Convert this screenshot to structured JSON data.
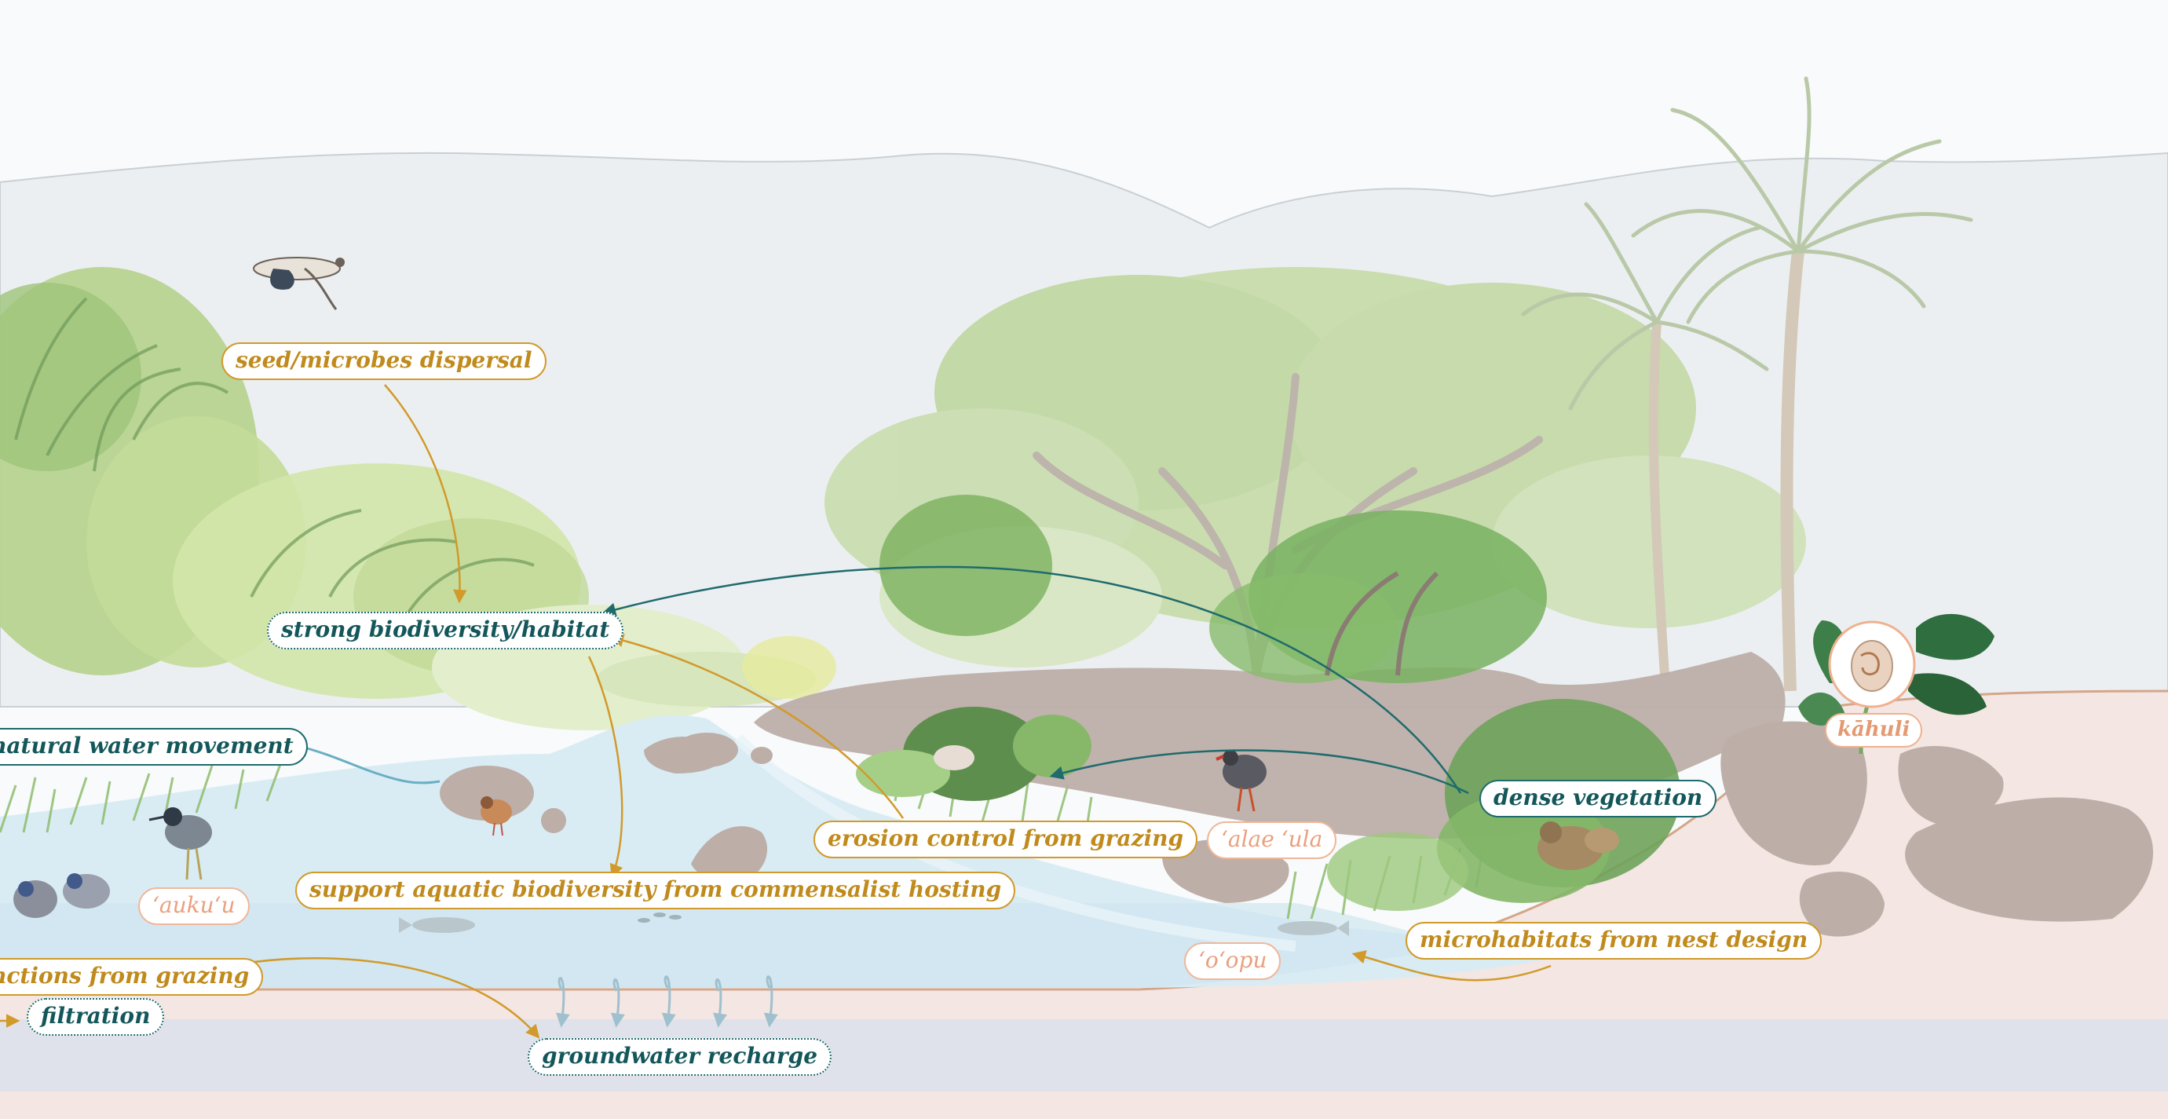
{
  "colors": {
    "ochre": "#d19a2a",
    "teal": "#1f6b6d",
    "species": "#efb190",
    "water": "#d9ecf4",
    "sediment": "#f3e6e3",
    "rock": "#bdaea8",
    "foliage": "#a9c98a"
  },
  "labels": {
    "seed_dispersal": "seed/microbes dispersal",
    "biodiversity_habitat": "strong biodiversity/habitat",
    "water_movement": "natural water movement",
    "aquatic_biodiversity": "support aquatic biodiversity from commensalist hosting",
    "erosion_control": "erosion control from grazing",
    "dense_vegetation": "dense vegetation",
    "microhabitats": "microhabitats from nest design",
    "functions_grazing": "nctions from grazing",
    "filtration": "filtration",
    "groundwater": "groundwater recharge"
  },
  "species": {
    "aukuu": "ʻaukuʻu",
    "alae_ula": "ʻalae ʻula",
    "oopu": "ʻoʻopu",
    "kahuli": "kāhuli"
  },
  "icons": [
    "flying-duck-icon",
    "heron-icon",
    "coot-bird-icon",
    "koloa-duck-icon",
    "snail-icon",
    "taro-plant-icon",
    "palm-tree-icon",
    "monkeypod-tree-icon",
    "fish-icon",
    "ducklings-icon",
    "chick-icon"
  ]
}
